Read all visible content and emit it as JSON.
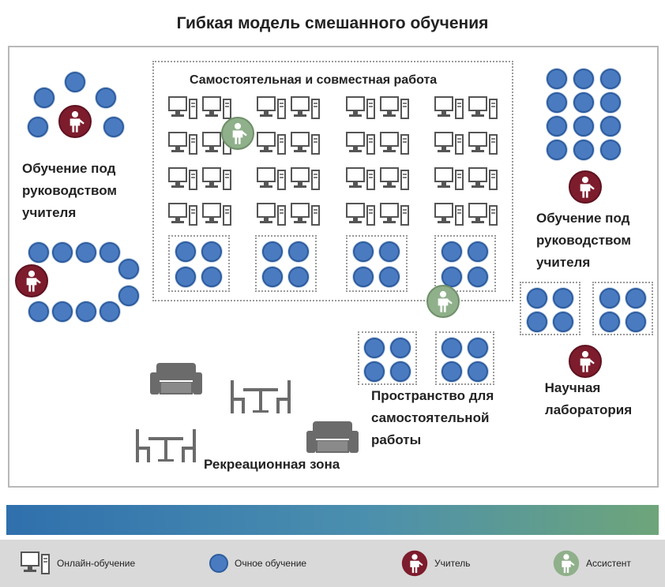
{
  "title": "Гибкая модель смешанного обучения",
  "zones": {
    "independent_collab": "Самостоятельная и совместная работа",
    "teacher_led_left": [
      "Обучение под",
      "руководством",
      "учителя"
    ],
    "teacher_led_right": [
      "Обучение под",
      "руководством",
      "учителя"
    ],
    "lab": [
      "Научная",
      "лаборатория"
    ],
    "independent_space": [
      "Пространство для",
      "самостоятельной",
      "работы"
    ],
    "recreation": "Рекреационная зона"
  },
  "legend": {
    "online": "Онлайн-обучение",
    "inperson": "Очное обучение",
    "teacher": "Учитель",
    "assistant": "Ассистент"
  },
  "colors": {
    "student": "#4a7bc0",
    "teacher": "#7d1c2c",
    "assistant": "#8fb08a",
    "furniture": "#6b6b6b"
  }
}
